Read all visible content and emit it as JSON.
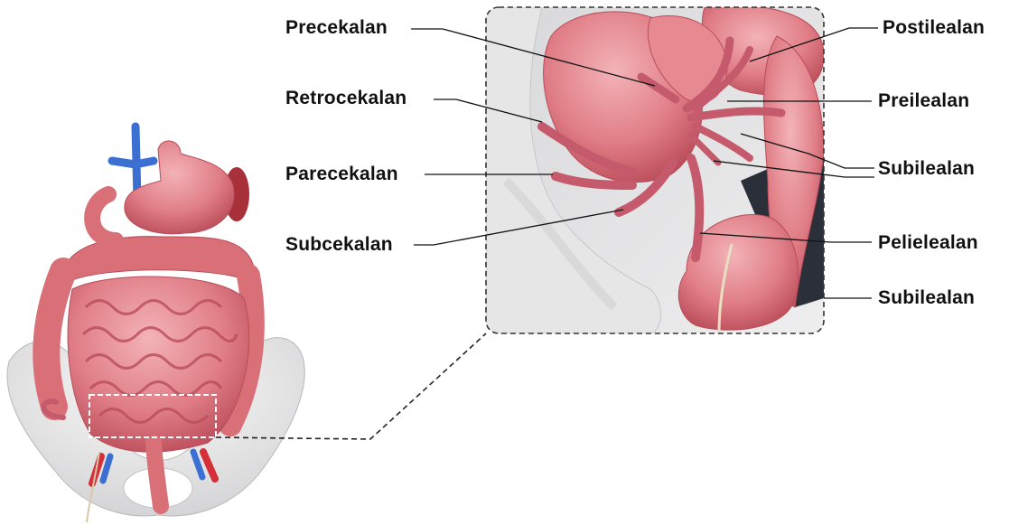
{
  "labels": {
    "precekalan": "Precekalan",
    "retrocekalan": "Retrocekalan",
    "parecekalan": "Parecekalan",
    "subcekalan": "Subcekalan",
    "postilealan": "Postilealan",
    "preilealan": "Preilealan",
    "subilealan_1": "Subilealan",
    "pelielealan": "Pelielealan",
    "subilealan_2": "Subilealan"
  },
  "colors": {
    "intestine": "#e07d86",
    "intestine_dark": "#b94c59",
    "intestine_light": "#f3b3b8",
    "bone": "#e9e9ea",
    "appendix": "#c45a6c",
    "vein": "#3b6fd1",
    "artery": "#d3303a",
    "leader": "#111111"
  }
}
